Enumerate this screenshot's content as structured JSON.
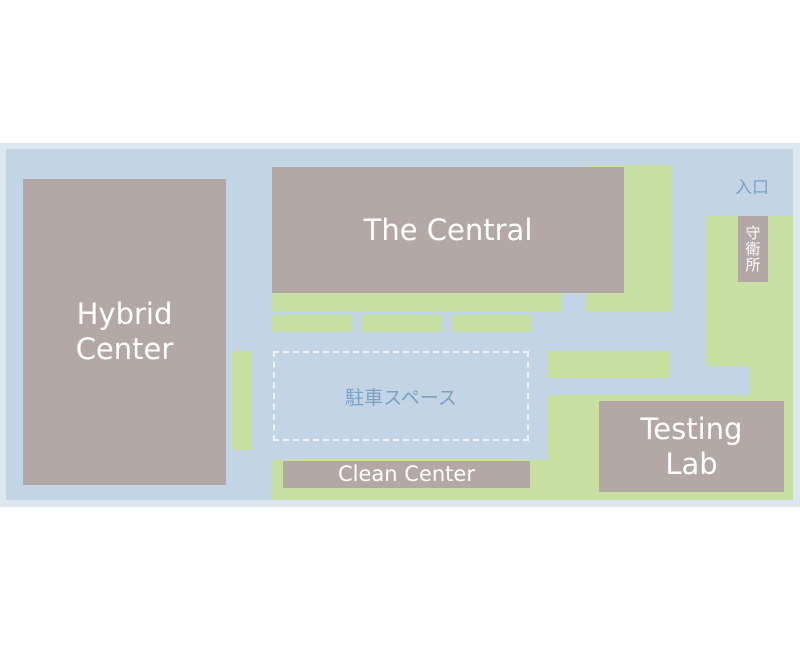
{
  "map": {
    "buildings": {
      "hybrid_center": "Hybrid\nCenter",
      "the_central": "The Central",
      "testing_lab": "Testing\nLab",
      "clean_center": "Clean Center"
    },
    "parking_label": "駐車スペース",
    "entrance_label": "入口",
    "guard_label": "守衛所"
  },
  "colors": {
    "building": "#b3a8a5",
    "road": "#c3d4e4",
    "green": "#c8e1a2",
    "label_blue": "#7aa0c4"
  }
}
